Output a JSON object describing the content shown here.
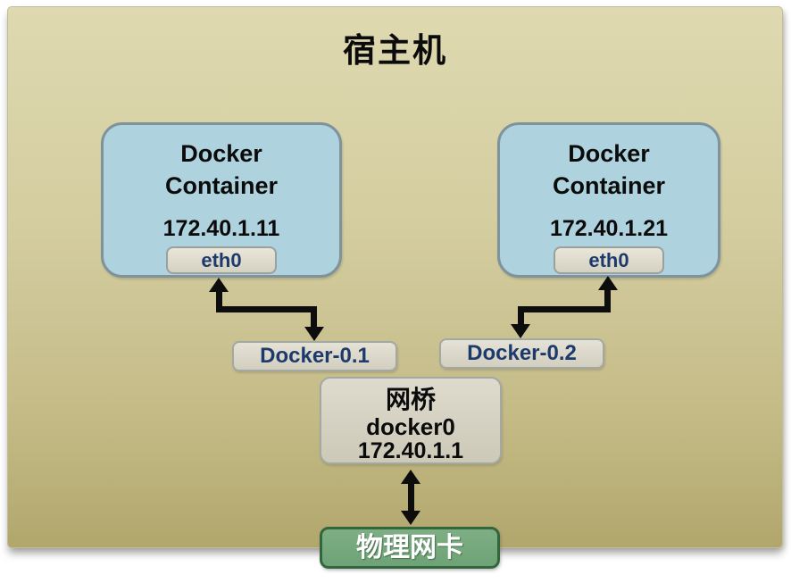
{
  "diagram": {
    "title": "宿主机",
    "containers": [
      {
        "name": "Docker Container",
        "ip": "172.40.1.11",
        "iface": "eth0"
      },
      {
        "name": "Docker Container",
        "ip": "172.40.1.21",
        "iface": "eth0"
      }
    ],
    "veth_labels": [
      {
        "label": "Docker-0.1"
      },
      {
        "label": "Docker-0.2"
      }
    ],
    "bridge": {
      "name": "网桥",
      "device": "docker0",
      "ip": "172.40.1.1"
    },
    "physical_nic": {
      "label": "物理网卡"
    },
    "colors": {
      "panel_top": "#ded9b0",
      "panel_bottom": "#b1a76d",
      "container_fill": "#aed3de",
      "container_border": "#7e939b",
      "label_fill": "#d9d6c7",
      "label_text": "#1d3a6d",
      "bridge_fill": "#d5d2c3",
      "nic_fill": "#74a87b",
      "nic_border": "#34663e",
      "arrow": "#0d0d0d"
    }
  }
}
